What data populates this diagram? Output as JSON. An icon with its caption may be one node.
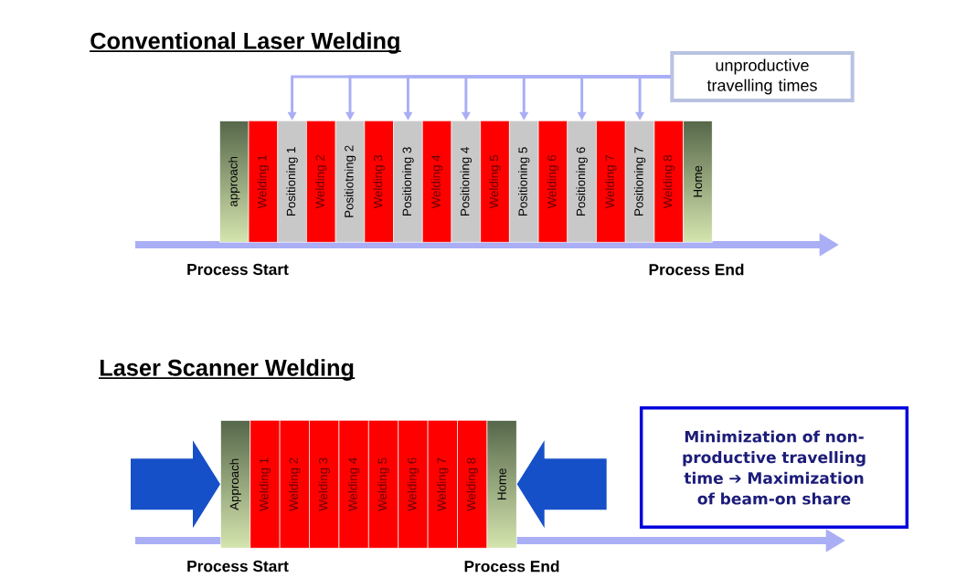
{
  "diagram": {
    "nodes": [
      {
        "text": [
          "unproductive travelling times"
        ]
      },
      {
        "text": [
          "approach"
        ]
      },
      {
        "text": [
          "Welding 1"
        ]
      },
      {
        "text": [
          "Positioning 1"
        ]
      },
      {
        "text": [
          "Welding 2"
        ]
      },
      {
        "text": [
          "Positiotning 2"
        ]
      },
      {
        "text": [
          "Welding 3"
        ]
      },
      {
        "text": [
          "Positioning 3"
        ]
      },
      {
        "text": [
          "Welding 4"
        ]
      },
      {
        "text": [
          "Positioning 4"
        ]
      },
      {
        "text": [
          "Welding 5"
        ]
      },
      {
        "text": [
          "Positioning 5"
        ]
      },
      {
        "text": [
          "Welding 6"
        ]
      },
      {
        "text": [
          "Positioning 6"
        ]
      },
      {
        "text": [
          "Welding 7"
        ]
      },
      {
        "text": [
          "Positioning 7"
        ]
      },
      {
        "text": [
          "Welding 8"
        ]
      },
      {
        "text": [
          "Home"
        ]
      },
      {
        "text": [
          "Approach"
        ]
      },
      {
        "text": [
          "Welding 1"
        ]
      },
      {
        "text": [
          "Welding 2"
        ]
      },
      {
        "text": [
          "Welding 3"
        ]
      },
      {
        "text": [
          "Welding 4"
        ]
      },
      {
        "text": [
          "Welding 5"
        ]
      },
      {
        "text": [
          "Welding 6"
        ]
      },
      {
        "text": [
          "Welding 7"
        ]
      },
      {
        "text": [
          "Welding 8"
        ]
      },
      {
        "text": [
          "Home"
        ]
      },
      {
        "text": [
          "Minimization of non-productive travelling time ➔ Maximization of beam-on share"
        ]
      }
    ],
    "edges": [
      {
        "from": 0,
        "to": 3,
        "arrow": "to"
      },
      {
        "from": 0,
        "to": 5,
        "arrow": "to"
      },
      {
        "from": 0,
        "to": 7,
        "arrow": "to"
      },
      {
        "from": 0,
        "to": 9,
        "arrow": "to"
      },
      {
        "from": 0,
        "to": 11,
        "arrow": "to"
      },
      {
        "from": 0,
        "to": 13,
        "arrow": "to"
      },
      {
        "from": 0,
        "to": 15,
        "arrow": "to"
      },
      {
        "from": null,
        "to": 18,
        "arrow": "to",
        "style": "thick"
      },
      {
        "from": null,
        "to": 27,
        "arrow": "to",
        "style": "thick"
      }
    ],
    "labels": [
      "Conventional Laser Welding",
      "Process Start",
      "Process End",
      "Laser Scanner Welding",
      "Process Start",
      "Process End"
    ]
  }
}
